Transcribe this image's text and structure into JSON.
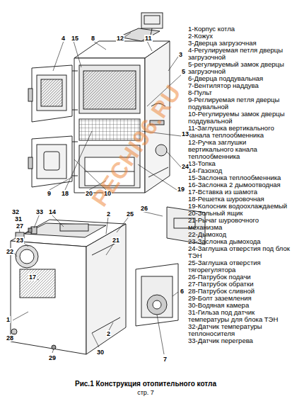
{
  "diagram": {
    "caption": "Рис.1 Конструкция отопительного котла",
    "labels": [
      "1-Корпус котла",
      "2-Кожух",
      "3-Дверца загрузочная",
      "4-Регулируемая петля дверцы загрузочной",
      "5-регулируемый замок дверцы загрузочной",
      "6-Дверца поддувальная",
      "7-Вентилятор наддува",
      "8-Пульт",
      "9-Реглируемая петля дверцы подувальной",
      "10-Регулируемы замок дверцы поддувальной",
      "11-Заглушка вертикального канала теплообменника",
      "12-Ручка заглушки вертикального канала теплообменника",
      "13-Топка",
      "14-Газоход",
      "15-Заслонка теплообменника",
      "16-Заслонка 2 дымоотводная",
      "17-Вставка из шамота",
      "18-Решетка шуровочная",
      "19-Колосник водоохлаждаемый",
      "20-Зольный ящик",
      "21-Рычаг шуровочного механизма",
      "22-Дымоход",
      "23-Заслонка дымохода",
      "24-Заглушка отверстия под блок ТЭН",
      "25-Заглушка отверстия тягорегулятора",
      "26-Патрубок подачи",
      "27-Патрубок обратки",
      "28-Патрубок сливной",
      "29-Болт заземления",
      "30-Водяная камера",
      "31-Гильза под датчик температуры для блока ТЭН",
      "32-Датчик температуры теплоносителя",
      "33-Датчик перегрева",
      "4",
      "15",
      "8",
      "12",
      "11",
      "3",
      "5",
      "13",
      "24",
      "19",
      "10",
      "20",
      "18",
      "9",
      "32",
      "31",
      "33",
      "14",
      "2",
      "25",
      "26",
      "27",
      "23",
      "22",
      "17",
      "21",
      "6",
      "1",
      "28",
      "29",
      "30",
      "2",
      "7",
      "PECHI96.RU",
      "стр. 7"
    ]
  }
}
